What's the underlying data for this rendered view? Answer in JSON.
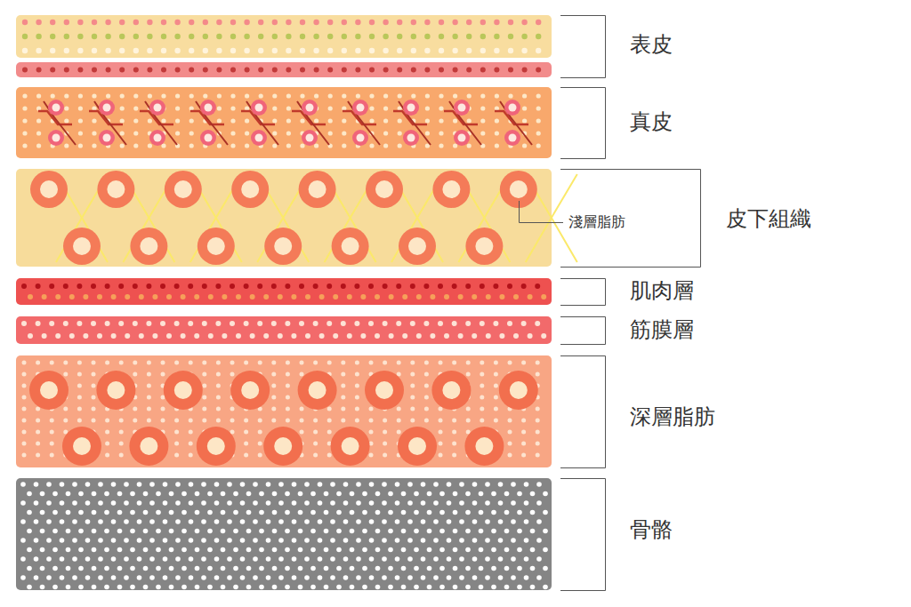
{
  "diagram": {
    "labels": [
      "表皮",
      "真皮",
      "淺層脂肪",
      "皮下組織",
      "肌肉層",
      "筋膜層",
      "深層脂肪",
      "骨骼"
    ]
  }
}
